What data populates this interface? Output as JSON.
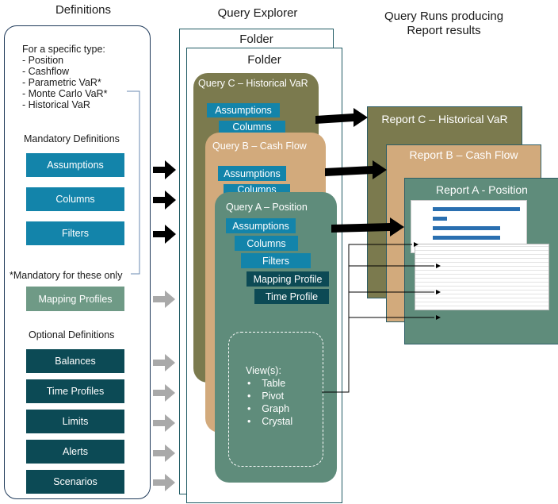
{
  "headers": {
    "definitions": "Definitions",
    "explorer": "Query Explorer",
    "runs_line1": "Query Runs producing",
    "runs_line2": "Report results"
  },
  "definitions": {
    "specific_intro": "For a specific type:",
    "types": [
      "- Position",
      "- Cashflow",
      "- Parametric VaR*",
      "- Monte Carlo VaR*",
      "- Historical VaR"
    ],
    "mandatory_heading": "Mandatory Definitions",
    "mandatory": [
      "Assumptions",
      "Columns",
      "Filters"
    ],
    "footnote": "*Mandatory for these only",
    "mapping_profiles": "Mapping Profiles",
    "optional_heading": "Optional Definitions",
    "optional": [
      "Balances",
      "Time Profiles",
      "Limits",
      "Alerts",
      "Scenarios"
    ]
  },
  "explorer": {
    "folder_back": "Folder",
    "folder_front": "Folder",
    "query_c": {
      "title": "Query C – Historical VaR",
      "items": [
        "Assumptions",
        "Columns"
      ]
    },
    "query_b": {
      "title": "Query B – Cash Flow",
      "items": [
        "Assumptions",
        "Columns"
      ]
    },
    "query_a": {
      "title": "Query A – Position",
      "items": [
        "Assumptions",
        "Columns",
        "Filters"
      ],
      "profiles": [
        "Mapping Profile",
        "Time Profile"
      ],
      "views_title": "View(s):",
      "views": [
        "Table",
        "Pivot",
        "Graph",
        "Crystal"
      ]
    }
  },
  "reports": {
    "c": "Report C – Historical VaR",
    "b": "Report B – Cash Flow",
    "a": "Report A - Position"
  },
  "colors": {
    "teal_light": "#1384aa",
    "teal_dark": "#0c4a55",
    "query_c": "#7b7a4e",
    "query_b": "#d2aa7c",
    "query_a": "#5f8c7b"
  }
}
